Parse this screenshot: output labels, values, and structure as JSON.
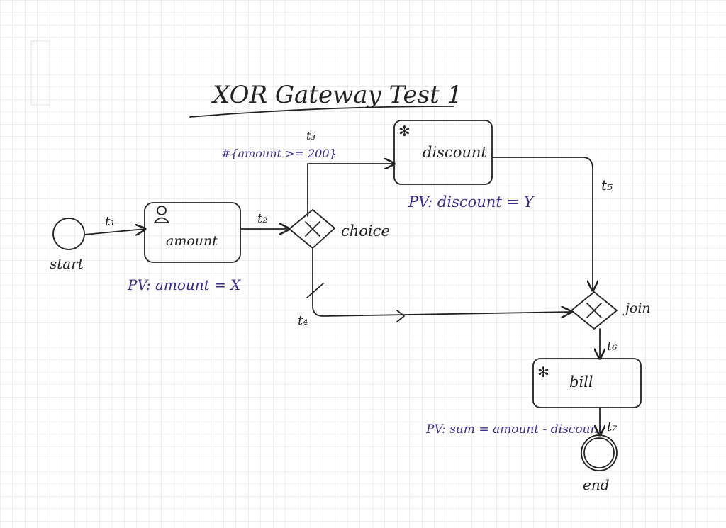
{
  "title": "XOR Gateway Test 1",
  "colors": {
    "ink": "#222222",
    "pv_ink": "#3a2f86",
    "grid": "#dcdcdc",
    "paper": "#ffffff"
  },
  "events": {
    "start": "start",
    "end": "end"
  },
  "tasks": {
    "amount": {
      "label": "amount",
      "icon": "user-icon"
    },
    "discount": {
      "label": "discount",
      "icon": "star-marker-icon"
    },
    "bill": {
      "label": "bill",
      "icon": "star-marker-icon"
    }
  },
  "gateways": {
    "choice": {
      "label": "choice",
      "type": "XOR"
    },
    "join": {
      "label": "join",
      "type": "XOR"
    }
  },
  "transitions": {
    "t1": "t₁",
    "t2": "t₂",
    "t3": "t₃",
    "t4": "t₄",
    "t5": "t₅",
    "t6": "t₆",
    "t7": "t₇"
  },
  "condition": "#{amount >= 200}",
  "process_variables": {
    "amount": "PV: amount = X",
    "discount": "PV: discount = Y",
    "bill": "PV: sum = amount - discount"
  }
}
